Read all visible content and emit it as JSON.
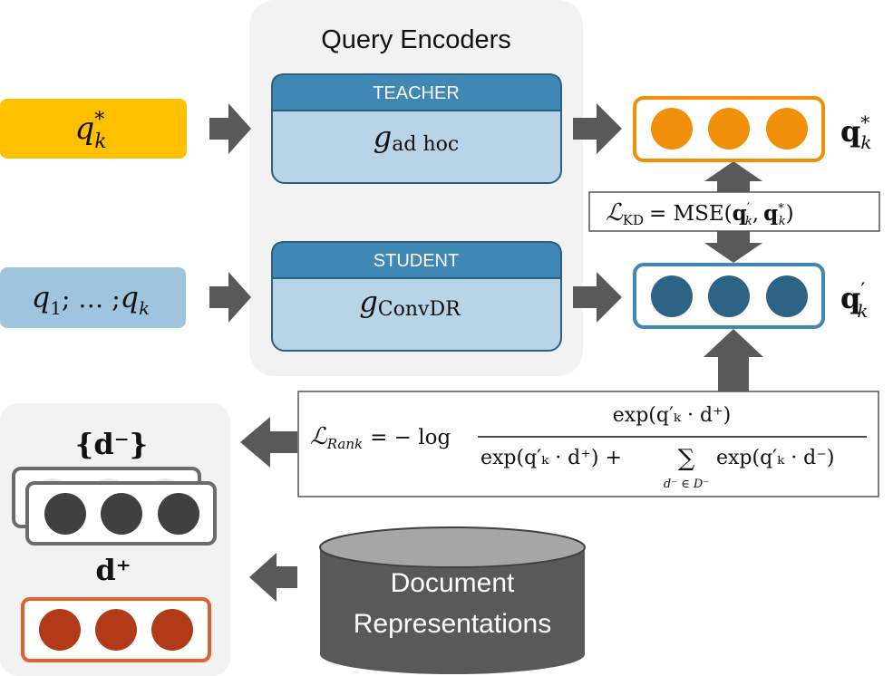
{
  "panel": {
    "title": "Query Encoders"
  },
  "teacher": {
    "header": "TEACHER",
    "fn": "g",
    "sub": "ad hoc"
  },
  "student": {
    "header": "STUDENT",
    "fn": "g",
    "sub": "ConvDR"
  },
  "inputs": {
    "q_star": {
      "base": "q",
      "sub": "k",
      "sup": "*"
    },
    "q_seq": {
      "q1": "q",
      "q1_sub": "1",
      "sep1": "; … ;",
      "qk": "q",
      "qk_sub": "k"
    }
  },
  "outputs": {
    "q_star_vec": {
      "base": "q",
      "sub": "k",
      "sup": "*"
    },
    "q_prime_vec": {
      "base": "q",
      "sub": "k",
      "sup": "′"
    }
  },
  "kd_loss": {
    "L": "ℒ",
    "sub": "KD",
    "eq": "= MSE(",
    "q1": "q",
    "q1_sub": "k",
    "q1_sup": "′",
    "comma": ",",
    "q2": "q",
    "q2_sub": "k",
    "q2_sup": "*",
    "close": ")"
  },
  "rank_loss": {
    "L": "ℒ",
    "sub": "Rank",
    "lhs_rest": "= − log",
    "num": "exp(q′ₖ · d⁺)",
    "den1": "exp(q′ₖ · d⁺) +",
    "sum": "∑",
    "sum_sub": "d⁻ ∈ D⁻",
    "den2": "exp(q′ₖ · d⁻)"
  },
  "docs": {
    "neg_label": "{d⁻}",
    "pos_label": "d⁺"
  },
  "db": {
    "line1": "Document",
    "line2": "Representations"
  },
  "colors": {
    "panel_bg": "#f2f2f2",
    "teacher_header": "#3f87b4",
    "box_fill": "#b7d4e8",
    "q_star_fill": "#ffc000",
    "q_seq_fill": "#9fc5de",
    "orange": "#f0900a",
    "blue_dot": "#2d6385",
    "blue_border": "#3f87b4",
    "dark_dot": "#404040",
    "red_dot": "#b23a18",
    "red_border": "#e06030",
    "arrow": "#595959",
    "db_body": "#595959",
    "db_top": "#a6a6a6"
  }
}
